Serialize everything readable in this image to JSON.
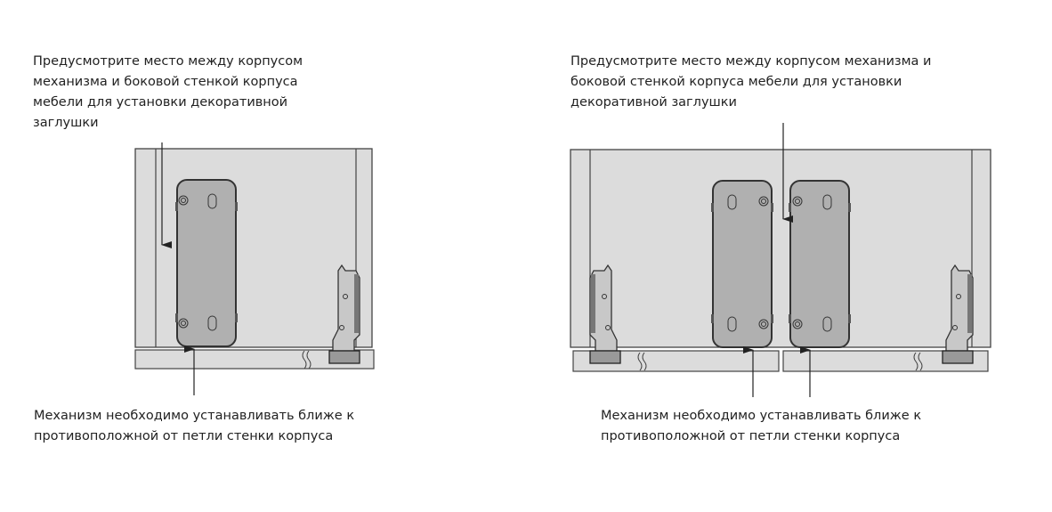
{
  "left_diagram": {
    "top_note": [
      "Предусмотрите место между корпусом",
      "механизма и боковой стенкой корпуса",
      "мебели для установки декоративной",
      "заглушки"
    ],
    "bottom_note": [
      "Механизм необходимо устанавливать ближе к",
      "противоположной от петли стенки корпуса"
    ]
  },
  "right_diagram": {
    "top_note": [
      "Предусмотрите место между корпусом механизма и",
      "боковой стенкой корпуса мебели для установки",
      "декоративной заглушки"
    ],
    "bottom_note": [
      "Механизм необходимо устанавливать ближе к",
      "противоположной от петли стенки корпуса"
    ]
  },
  "colors": {
    "panel": "#dcdcdc",
    "mechanism": "#b0b0b0",
    "line": "#333333"
  }
}
